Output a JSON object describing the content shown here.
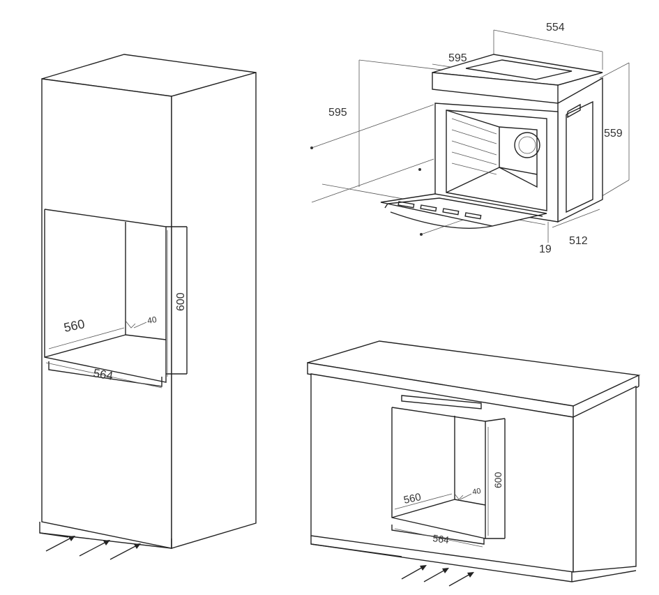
{
  "tall_cabinet": {
    "dim_height": "600",
    "dim_inner_width": "560",
    "dim_depth_gap": "40",
    "dim_outer_width": "564"
  },
  "oven": {
    "dim_width": "554",
    "dim_front_width": "595",
    "dim_front_height": "595",
    "dim_height": "559",
    "dim_depth": "512",
    "dim_panel_thickness": "19"
  },
  "base_cabinet": {
    "dim_height": "600",
    "dim_inner_width": "560",
    "dim_depth_gap": "40",
    "dim_outer_width": "564"
  },
  "icons": {
    "airflow_arrows": "ventilation-arrow-icon"
  }
}
